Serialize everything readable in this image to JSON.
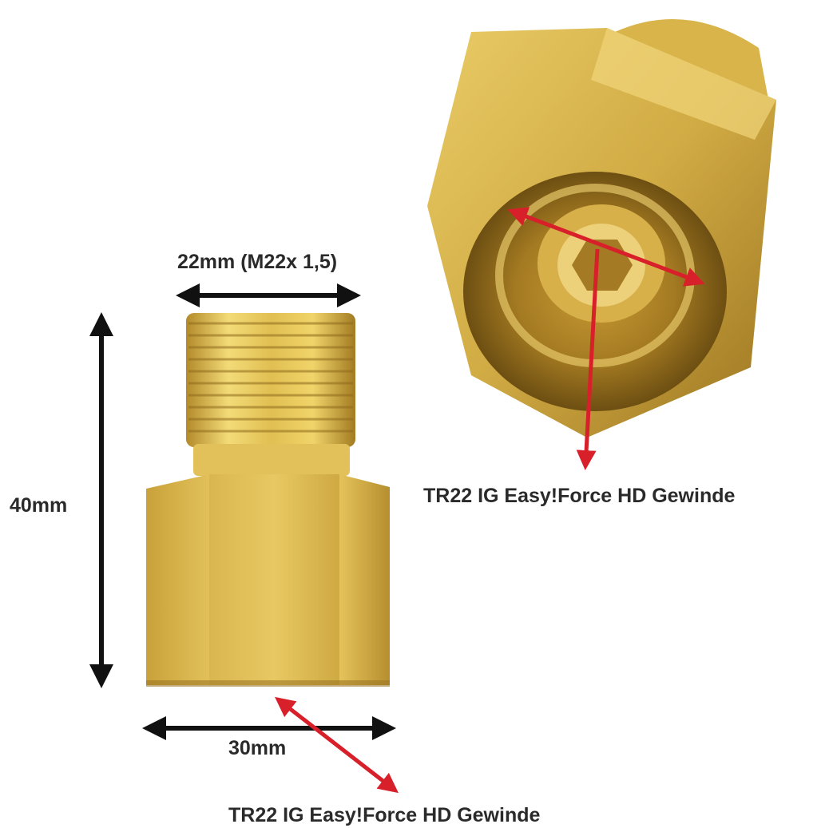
{
  "labels": {
    "thread_size": "22mm (M22x 1,5)",
    "height": "40mm",
    "width": "30mm",
    "thread_type_right": "TR22 IG Easy!Force HD Gewinde",
    "thread_type_bottom": "TR22 IG Easy!Force HD Gewinde"
  },
  "colors": {
    "brass_light": "#f2d86a",
    "brass_mid": "#d4ac3e",
    "brass_dark": "#8a6a1e",
    "arrow_black": "#111111",
    "arrow_red": "#d8202a",
    "text": "#2a2a2a"
  }
}
